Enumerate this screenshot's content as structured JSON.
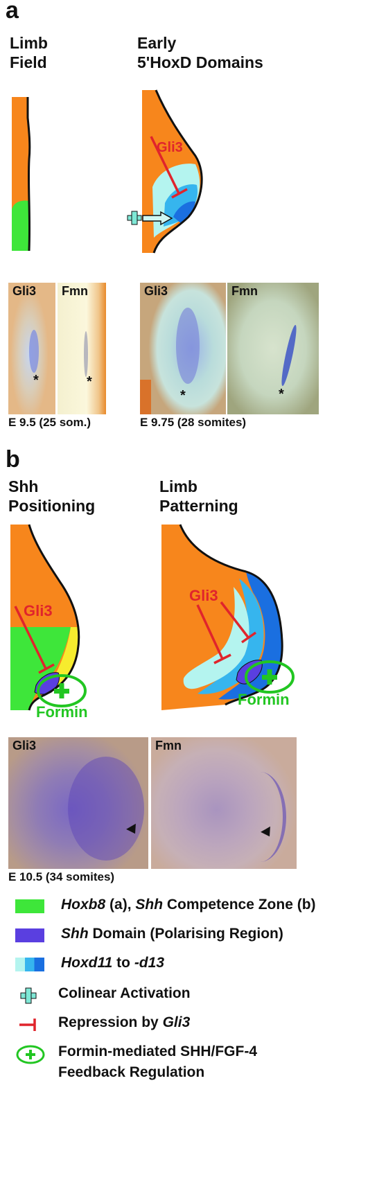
{
  "panel_a": {
    "letter": "a",
    "heading_left_line1": "Limb",
    "heading_left_line2": "Field",
    "heading_right_line1": "Early",
    "heading_right_line2": "5'HoxD  Domains",
    "schematic_gli3_label": "Gli3",
    "photo_labels": [
      "Gli3",
      "Fmn",
      "Gli3",
      "Fmn"
    ],
    "marker_star": "*",
    "caption_left": "E 9.5 (25 som.)",
    "caption_right": "E 9.75 (28 somites)"
  },
  "panel_b": {
    "letter": "b",
    "heading_left_line1": "Shh",
    "heading_left_line2": "Positioning",
    "heading_right_line1": "Limb",
    "heading_right_line2": "Patterning",
    "schematic_gli3_label": "Gli3",
    "formin_label": "Formin",
    "photo_labels": [
      "Gli3",
      "Fmn"
    ],
    "caption": "E 10.5 (34 somites)"
  },
  "legend": {
    "competence_italic": "Hoxb8",
    "competence_a": " (a), ",
    "competence_shh": "Shh",
    "competence_rest": " Competence Zone (b)",
    "domain_italic": "Shh",
    "domain_rest": " Domain (Polarising Region)",
    "hoxd_italic_1": "Hoxd11",
    "hoxd_mid": " to ",
    "hoxd_italic_2": "-d13",
    "colinear": "Colinear Activation",
    "repression_text": "Repression by ",
    "repression_italic": "Gli3",
    "formin_line1": "Formin-mediated SHH/FGF-4",
    "formin_line2": "Feedback  Regulation"
  },
  "colors": {
    "orange": "#f7861c",
    "green": "#3ee63a",
    "shh_purple": "#5a3fe0",
    "pale_cyan": "#b4f4ef",
    "mid_blue": "#36b5ee",
    "deep_blue": "#1a6fe0",
    "yellow": "#f6ec2e",
    "red": "#e0242c",
    "formin_green": "#22c622"
  }
}
